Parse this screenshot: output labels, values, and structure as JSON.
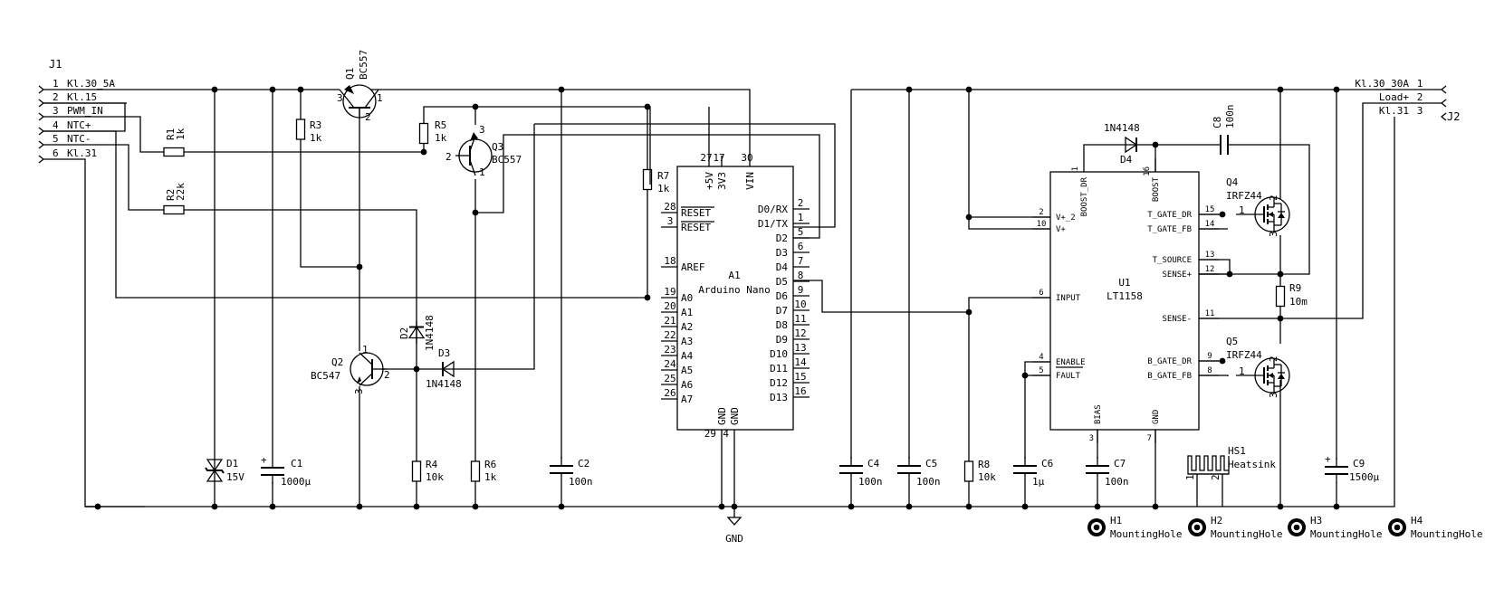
{
  "components": {
    "J1": {
      "ref": "J1",
      "pins": [
        {
          "num": "1",
          "name": "Kl.30_5A"
        },
        {
          "num": "2",
          "name": "Kl.15"
        },
        {
          "num": "3",
          "name": "PWM_IN"
        },
        {
          "num": "4",
          "name": "NTC+"
        },
        {
          "num": "5",
          "name": "NTC-"
        },
        {
          "num": "6",
          "name": "Kl.31"
        }
      ]
    },
    "J2": {
      "ref": "J2",
      "pins": [
        {
          "num": "1",
          "name": "Kl.30_30A"
        },
        {
          "num": "2",
          "name": "Load+"
        },
        {
          "num": "3",
          "name": "Kl.31"
        }
      ]
    },
    "R1": {
      "ref": "R1",
      "value": "1k"
    },
    "R2": {
      "ref": "R2",
      "value": "22k"
    },
    "R3": {
      "ref": "R3",
      "value": "1k"
    },
    "R4": {
      "ref": "R4",
      "value": "10k"
    },
    "R5": {
      "ref": "R5",
      "value": "1k"
    },
    "R6": {
      "ref": "R6",
      "value": "1k"
    },
    "R7": {
      "ref": "R7",
      "value": "1k"
    },
    "R8": {
      "ref": "R8",
      "value": "10k"
    },
    "R9": {
      "ref": "R9",
      "value": "10m"
    },
    "C1": {
      "ref": "C1",
      "value": "1000µ"
    },
    "C2": {
      "ref": "C2",
      "value": "100n"
    },
    "C4": {
      "ref": "C4",
      "value": "100n"
    },
    "C5": {
      "ref": "C5",
      "value": "100n"
    },
    "C6": {
      "ref": "C6",
      "value": "1µ"
    },
    "C7": {
      "ref": "C7",
      "value": "100n"
    },
    "C8": {
      "ref": "C8",
      "value": "100n"
    },
    "C9": {
      "ref": "C9",
      "value": "1500µ"
    },
    "D1": {
      "ref": "D1",
      "value": "15V"
    },
    "D2": {
      "ref": "D2",
      "value": "1N4148"
    },
    "D3": {
      "ref": "D3",
      "value": "1N4148"
    },
    "D4": {
      "ref": "D4",
      "value": "1N4148"
    },
    "Q1": {
      "ref": "Q1",
      "value": "BC557"
    },
    "Q2": {
      "ref": "Q2",
      "value": "BC547"
    },
    "Q3": {
      "ref": "Q3",
      "value": "BC557"
    },
    "Q4": {
      "ref": "Q4",
      "value": "IRFZ44"
    },
    "Q5": {
      "ref": "Q5",
      "value": "IRFZ44"
    },
    "HS1": {
      "ref": "HS1",
      "value": "Heatsink"
    },
    "H1": {
      "ref": "H1",
      "value": "MountingHole"
    },
    "H2": {
      "ref": "H2",
      "value": "MountingHole"
    },
    "H3": {
      "ref": "H3",
      "value": "MountingHole"
    },
    "H4": {
      "ref": "H4",
      "value": "MountingHole"
    },
    "GND": {
      "label": "GND"
    }
  },
  "A1": {
    "ref": "A1",
    "value": "Arduino Nano",
    "top_pins": [
      {
        "num": "27",
        "name": "+5V"
      },
      {
        "num": "17",
        "name": "3V3"
      },
      {
        "num": "30",
        "name": "VIN"
      }
    ],
    "left_pins": [
      {
        "num": "28",
        "name": "RESET"
      },
      {
        "num": "3",
        "name": "RESET"
      },
      {
        "num": "18",
        "name": "AREF"
      },
      {
        "num": "19",
        "name": "A0"
      },
      {
        "num": "20",
        "name": "A1"
      },
      {
        "num": "21",
        "name": "A2"
      },
      {
        "num": "22",
        "name": "A3"
      },
      {
        "num": "23",
        "name": "A4"
      },
      {
        "num": "24",
        "name": "A5"
      },
      {
        "num": "25",
        "name": "A6"
      },
      {
        "num": "26",
        "name": "A7"
      }
    ],
    "right_pins": [
      {
        "num": "2",
        "name": "D0/RX"
      },
      {
        "num": "1",
        "name": "D1/TX"
      },
      {
        "num": "5",
        "name": "D2"
      },
      {
        "num": "6",
        "name": "D3"
      },
      {
        "num": "7",
        "name": "D4"
      },
      {
        "num": "8",
        "name": "D5"
      },
      {
        "num": "9",
        "name": "D6"
      },
      {
        "num": "10",
        "name": "D7"
      },
      {
        "num": "11",
        "name": "D8"
      },
      {
        "num": "12",
        "name": "D9"
      },
      {
        "num": "13",
        "name": "D10"
      },
      {
        "num": "14",
        "name": "D11"
      },
      {
        "num": "15",
        "name": "D12"
      },
      {
        "num": "16",
        "name": "D13"
      }
    ],
    "bottom_pins": [
      {
        "num": "29",
        "name": "GND"
      },
      {
        "num": "4",
        "name": "GND"
      }
    ]
  },
  "U1": {
    "ref": "U1",
    "value": "LT1158",
    "top_pins": [
      {
        "num": "1",
        "name": "BOOST_DR"
      },
      {
        "num": "16",
        "name": "BOOST"
      }
    ],
    "left_pins": [
      {
        "num": "2",
        "name": "V+_2"
      },
      {
        "num": "10",
        "name": "V+"
      },
      {
        "num": "6",
        "name": "INPUT"
      },
      {
        "num": "4",
        "name": "ENABLE"
      },
      {
        "num": "5",
        "name": "FAULT"
      }
    ],
    "right_pins": [
      {
        "num": "15",
        "name": "T_GATE_DR"
      },
      {
        "num": "14",
        "name": "T_GATE_FB"
      },
      {
        "num": "13",
        "name": "T_SOURCE"
      },
      {
        "num": "12",
        "name": "SENSE+"
      },
      {
        "num": "11",
        "name": "SENSE-"
      },
      {
        "num": "9",
        "name": "B_GATE_DR"
      },
      {
        "num": "8",
        "name": "B_GATE_FB"
      }
    ],
    "bottom_pins": [
      {
        "num": "3",
        "name": "BIAS"
      },
      {
        "num": "7",
        "name": "GND"
      }
    ]
  },
  "pin_numbers": {
    "Q1": [
      "3",
      "1",
      "2"
    ],
    "Q2": [
      "1",
      "2",
      "3"
    ],
    "Q3": [
      "3",
      "2",
      "1"
    ],
    "Q4": [
      "1",
      "2",
      "3"
    ],
    "Q5": [
      "1",
      "2",
      "3"
    ],
    "HS1": [
      "1",
      "2"
    ]
  },
  "colors": {
    "ink": "#000000",
    "paper": "#ffffff"
  }
}
